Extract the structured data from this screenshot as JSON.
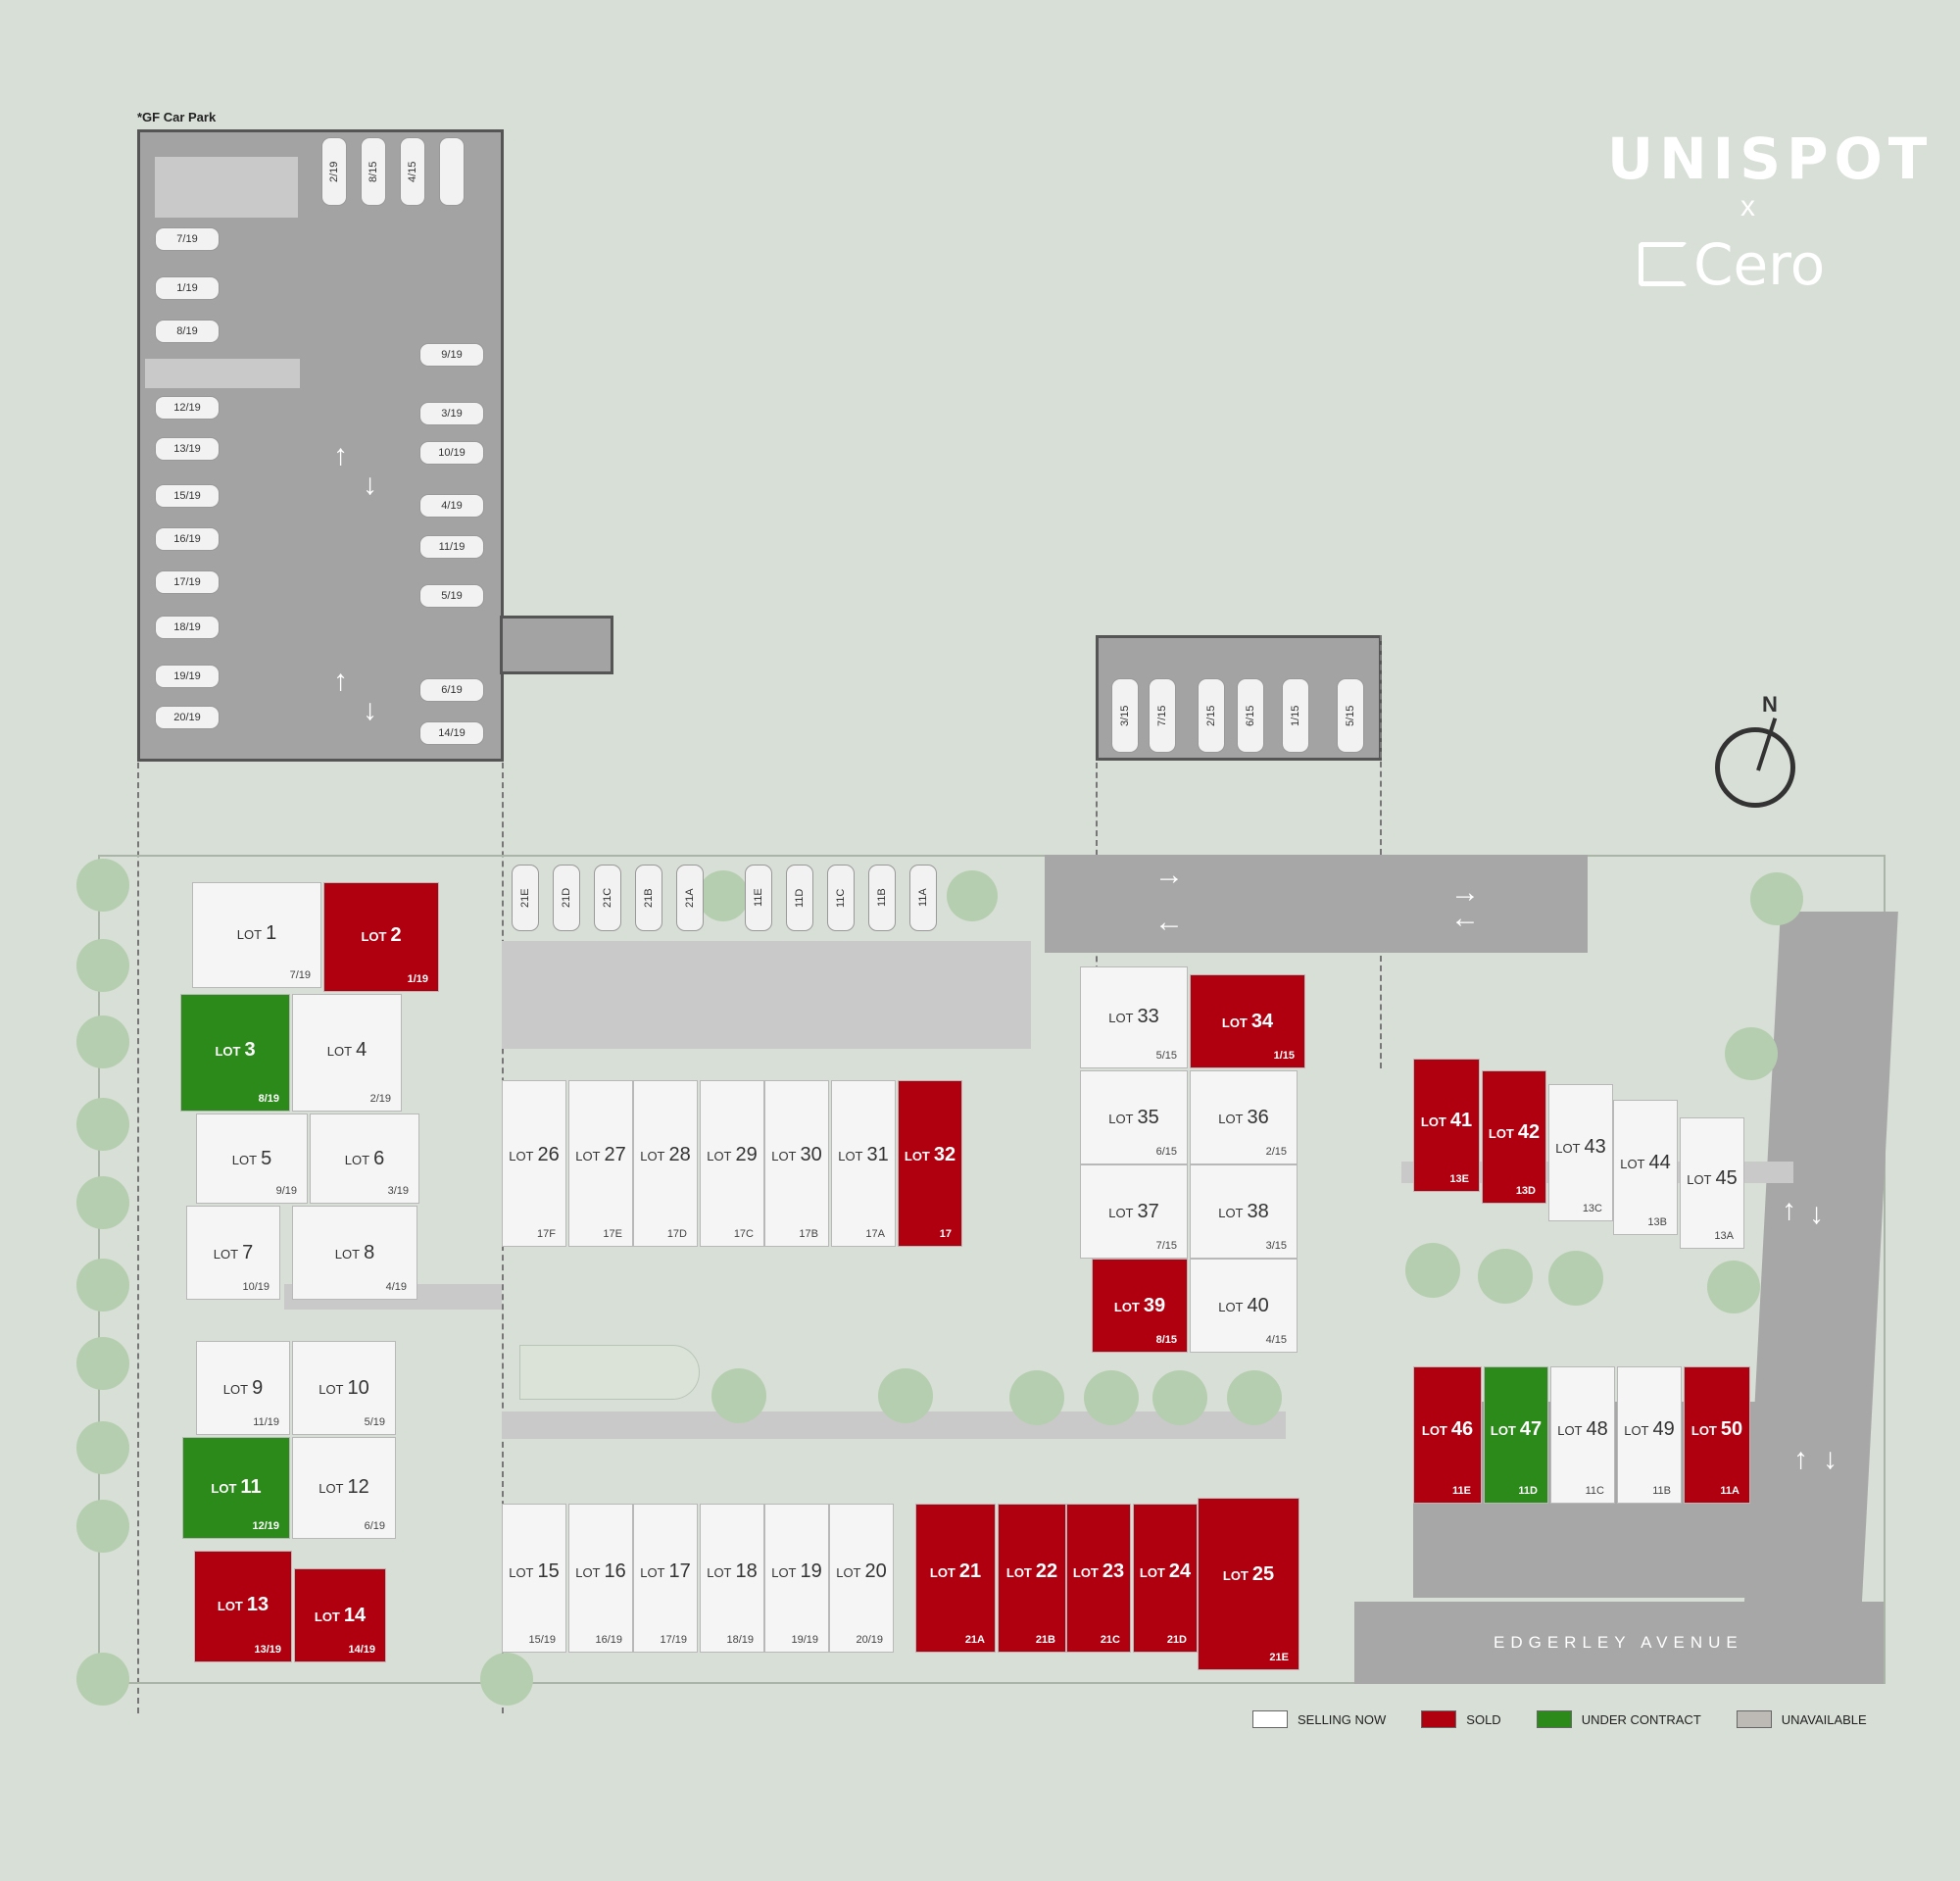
{
  "brand": {
    "name": "UNISPOT",
    "separator": "x",
    "partner": "Cero"
  },
  "car_park": {
    "title": "*GF Car Park"
  },
  "compass": {
    "label": "N"
  },
  "street": {
    "name": "EDGERLEY AVENUE"
  },
  "legend": [
    {
      "label": "SELLING NOW",
      "color": "#ffffff"
    },
    {
      "label": "SOLD",
      "color": "#b0000f"
    },
    {
      "label": "UNDER CONTRACT",
      "color": "#2b8a1a"
    },
    {
      "label": "UNAVAILABLE",
      "color": "#bdbab5"
    }
  ],
  "status_colors": {
    "available": "#f5f5f5",
    "sold": "#b0000f",
    "uc": "#2b8a1a"
  },
  "gf_bays": {
    "top": [
      "2/19",
      "8/15",
      "4/15",
      ""
    ],
    "left": [
      "7/19",
      "1/19",
      "8/19",
      "12/19",
      "13/19",
      "15/19",
      "16/19",
      "17/19",
      "18/19",
      "19/19",
      "20/19"
    ],
    "right": [
      "9/19",
      "3/19",
      "10/19",
      "4/19",
      "11/19",
      "5/19",
      "6/19",
      "14/19"
    ]
  },
  "upper_bays": [
    "3/15",
    "7/15",
    "2/15",
    "6/15",
    "1/15",
    "5/15"
  ],
  "site_bays": [
    "21E",
    "21D",
    "21C",
    "21B",
    "21A",
    "11E",
    "11D",
    "11C",
    "11B",
    "11A"
  ],
  "lots": [
    {
      "n": "1",
      "sub": "7/19",
      "status": "available"
    },
    {
      "n": "2",
      "sub": "1/19",
      "status": "sold"
    },
    {
      "n": "3",
      "sub": "8/19",
      "status": "uc"
    },
    {
      "n": "4",
      "sub": "2/19",
      "status": "available"
    },
    {
      "n": "5",
      "sub": "9/19",
      "status": "available"
    },
    {
      "n": "6",
      "sub": "3/19",
      "status": "available"
    },
    {
      "n": "7",
      "sub": "10/19",
      "status": "available"
    },
    {
      "n": "8",
      "sub": "4/19",
      "status": "available"
    },
    {
      "n": "9",
      "sub": "11/19",
      "status": "available"
    },
    {
      "n": "10",
      "sub": "5/19",
      "status": "available"
    },
    {
      "n": "11",
      "sub": "12/19",
      "status": "uc"
    },
    {
      "n": "12",
      "sub": "6/19",
      "status": "available"
    },
    {
      "n": "13",
      "sub": "13/19",
      "status": "sold"
    },
    {
      "n": "14",
      "sub": "14/19",
      "status": "sold"
    },
    {
      "n": "15",
      "sub": "15/19",
      "status": "available"
    },
    {
      "n": "16",
      "sub": "16/19",
      "status": "available"
    },
    {
      "n": "17",
      "sub": "17/19",
      "status": "available"
    },
    {
      "n": "18",
      "sub": "18/19",
      "status": "available"
    },
    {
      "n": "19",
      "sub": "19/19",
      "status": "available"
    },
    {
      "n": "20",
      "sub": "20/19",
      "status": "available"
    },
    {
      "n": "21",
      "sub": "21A",
      "status": "sold"
    },
    {
      "n": "22",
      "sub": "21B",
      "status": "sold"
    },
    {
      "n": "23",
      "sub": "21C",
      "status": "sold"
    },
    {
      "n": "24",
      "sub": "21D",
      "status": "sold"
    },
    {
      "n": "25",
      "sub": "21E",
      "status": "sold"
    },
    {
      "n": "26",
      "sub": "17F",
      "status": "available"
    },
    {
      "n": "27",
      "sub": "17E",
      "status": "available"
    },
    {
      "n": "28",
      "sub": "17D",
      "status": "available"
    },
    {
      "n": "29",
      "sub": "17C",
      "status": "available"
    },
    {
      "n": "30",
      "sub": "17B",
      "status": "available"
    },
    {
      "n": "31",
      "sub": "17A",
      "status": "available"
    },
    {
      "n": "32",
      "sub": "17",
      "status": "sold"
    },
    {
      "n": "33",
      "sub": "5/15",
      "status": "available"
    },
    {
      "n": "34",
      "sub": "1/15",
      "status": "sold"
    },
    {
      "n": "35",
      "sub": "6/15",
      "status": "available"
    },
    {
      "n": "36",
      "sub": "2/15",
      "status": "available"
    },
    {
      "n": "37",
      "sub": "7/15",
      "status": "available"
    },
    {
      "n": "38",
      "sub": "3/15",
      "status": "available"
    },
    {
      "n": "39",
      "sub": "8/15",
      "status": "sold"
    },
    {
      "n": "40",
      "sub": "4/15",
      "status": "available"
    },
    {
      "n": "41",
      "sub": "13E",
      "status": "sold"
    },
    {
      "n": "42",
      "sub": "13D",
      "status": "sold"
    },
    {
      "n": "43",
      "sub": "13C",
      "status": "available"
    },
    {
      "n": "44",
      "sub": "13B",
      "status": "available"
    },
    {
      "n": "45",
      "sub": "13A",
      "status": "available"
    },
    {
      "n": "46",
      "sub": "11E",
      "status": "sold"
    },
    {
      "n": "47",
      "sub": "11D",
      "status": "uc"
    },
    {
      "n": "48",
      "sub": "11C",
      "status": "available"
    },
    {
      "n": "49",
      "sub": "11B",
      "status": "available"
    },
    {
      "n": "50",
      "sub": "11A",
      "status": "sold"
    }
  ],
  "lot_prefix": "LOT"
}
